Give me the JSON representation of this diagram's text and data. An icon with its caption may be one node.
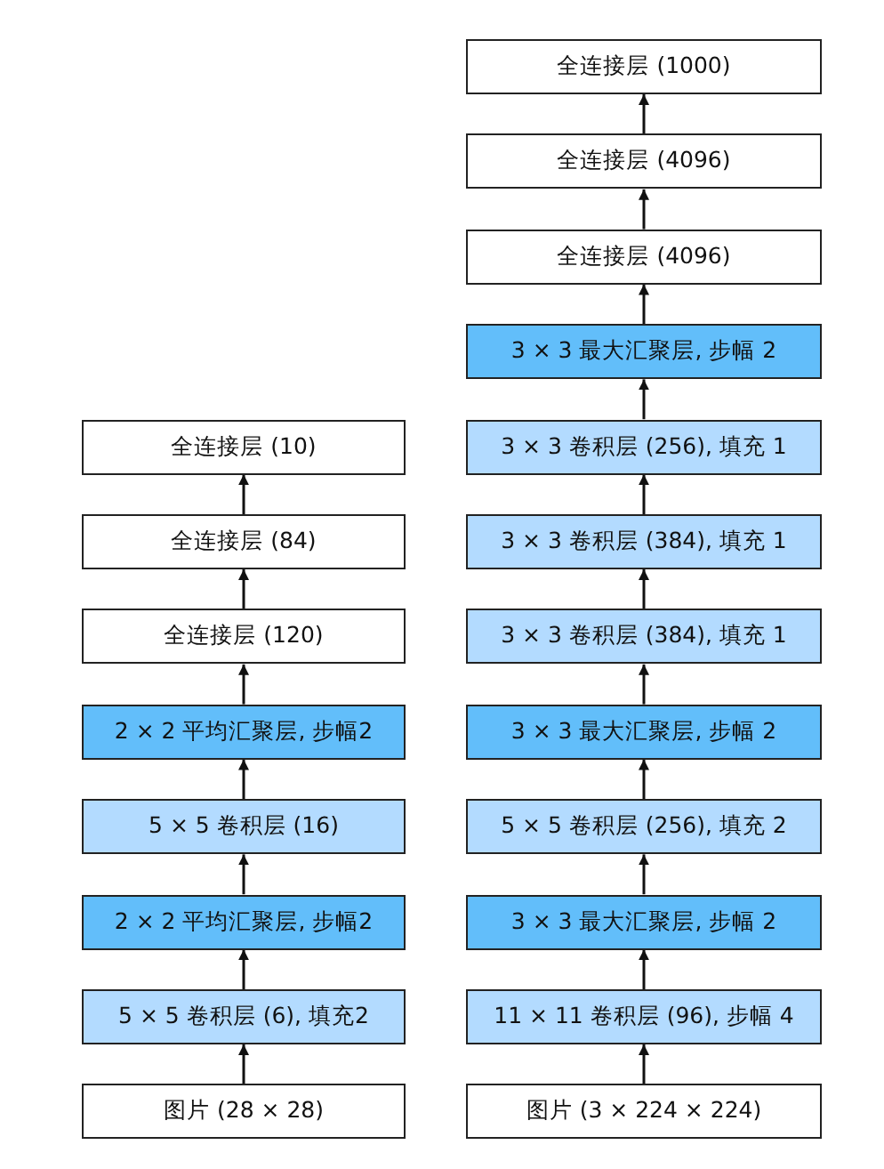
{
  "diagram": {
    "nodes": [
      {
        "text": [
          "全连接层 (10)"
        ]
      },
      {
        "text": [
          "全连接层 (84)"
        ]
      },
      {
        "text": [
          "全连接层 (120)"
        ]
      },
      {
        "text": [
          "2 × 2 平均汇聚层, 步幅2"
        ]
      },
      {
        "text": [
          "5 × 5 卷积层 (16)"
        ]
      },
      {
        "text": [
          "2 × 2 平均汇聚层, 步幅2"
        ]
      },
      {
        "text": [
          "5 × 5 卷积层 (6), 填充2"
        ]
      },
      {
        "text": [
          "图片 (28 × 28)"
        ]
      },
      {
        "text": [
          "全连接层 (1000)"
        ]
      },
      {
        "text": [
          "全连接层 (4096)"
        ]
      },
      {
        "text": [
          "全连接层 (4096)"
        ]
      },
      {
        "text": [
          "3 × 3 最大汇聚层, 步幅 2"
        ]
      },
      {
        "text": [
          "3 × 3 卷积层 (256), 填充 1"
        ]
      },
      {
        "text": [
          "3 × 3 卷积层 (384), 填充 1"
        ]
      },
      {
        "text": [
          "3 × 3 卷积层 (384), 填充 1"
        ]
      },
      {
        "text": [
          "3 × 3 最大汇聚层, 步幅 2"
        ]
      },
      {
        "text": [
          "5 × 5 卷积层 (256), 填充 2"
        ]
      },
      {
        "text": [
          "3 × 3 最大汇聚层, 步幅 2"
        ]
      },
      {
        "text": [
          "11 × 11 卷积层 (96), 步幅 4"
        ]
      },
      {
        "text": [
          "图片 (3 × 224 × 224)"
        ]
      }
    ],
    "edges": [
      {
        "from": 1,
        "to": 0,
        "arrow": "to"
      },
      {
        "from": 2,
        "to": 1,
        "arrow": "to"
      },
      {
        "from": 3,
        "to": 2,
        "arrow": "to"
      },
      {
        "from": 4,
        "to": 3,
        "arrow": "to"
      },
      {
        "from": 5,
        "to": 4,
        "arrow": "to"
      },
      {
        "from": 6,
        "to": 5,
        "arrow": "to"
      },
      {
        "from": 7,
        "to": 6,
        "arrow": "to"
      },
      {
        "from": 9,
        "to": 8,
        "arrow": "to"
      },
      {
        "from": 10,
        "to": 9,
        "arrow": "to"
      },
      {
        "from": 11,
        "to": 10,
        "arrow": "to"
      },
      {
        "from": 12,
        "to": 11,
        "arrow": "to"
      },
      {
        "from": 13,
        "to": 12,
        "arrow": "to"
      },
      {
        "from": 14,
        "to": 13,
        "arrow": "to"
      },
      {
        "from": 15,
        "to": 14,
        "arrow": "to"
      },
      {
        "from": 16,
        "to": 15,
        "arrow": "to"
      },
      {
        "from": 17,
        "to": 16,
        "arrow": "to"
      },
      {
        "from": 18,
        "to": 17,
        "arrow": "to"
      },
      {
        "from": 19,
        "to": 18,
        "arrow": "to"
      }
    ]
  }
}
